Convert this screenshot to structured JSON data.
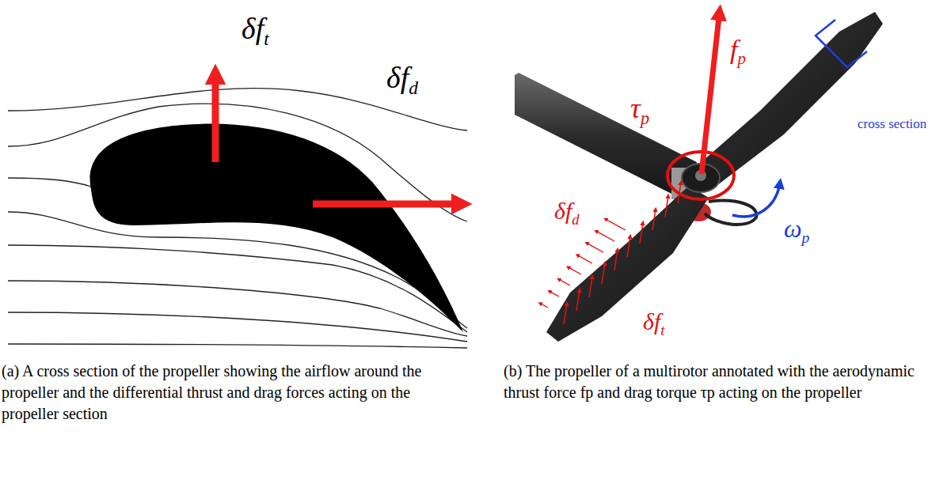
{
  "diagram": {
    "labels": [
      "δft",
      "δfd",
      "fp",
      "cross section",
      "τp",
      "ωp",
      "δfd",
      "δft",
      "(a) A cross section of the propeller showing the airflow around the propeller and the differential thrust and drag forces acting on the propeller section",
      "(b) The propeller of a multirotor annotated with the aerodynamic thrust force fp and drag torque τp acting on the propeller"
    ]
  }
}
